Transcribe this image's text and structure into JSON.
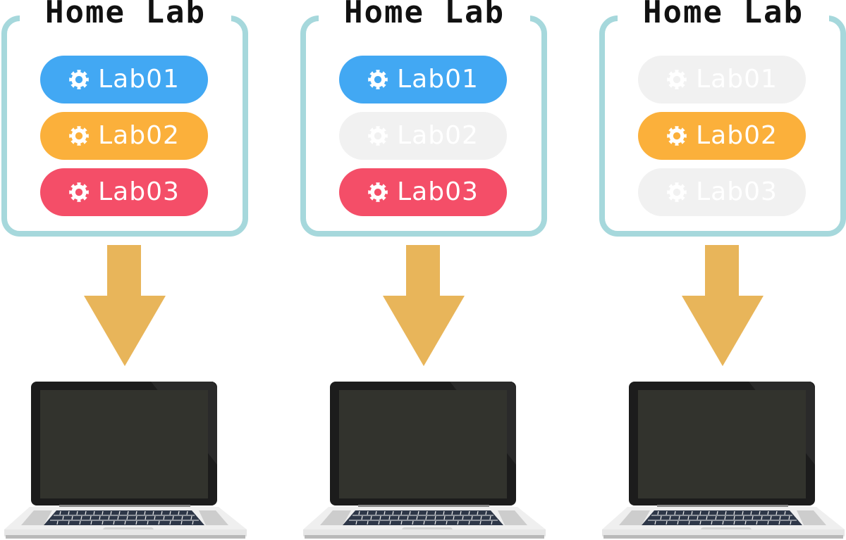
{
  "colors": {
    "box_border": "#a6d8dc",
    "lab01": "#42a8f3",
    "lab02": "#fbb03b",
    "lab03": "#f44e68",
    "inactive": "#f1f1f1",
    "arrow": "#e8b55a"
  },
  "panels": [
    {
      "title": "Home Lab",
      "labs": [
        {
          "label": "Lab01",
          "icon": "gear-icon",
          "active": true
        },
        {
          "label": "Lab02",
          "icon": "gear-icon",
          "active": true
        },
        {
          "label": "Lab03",
          "icon": "gear-icon",
          "active": true
        }
      ]
    },
    {
      "title": "Home Lab",
      "labs": [
        {
          "label": "Lab01",
          "icon": "gear-icon",
          "active": true
        },
        {
          "label": "Lab02",
          "icon": "gear-icon",
          "active": false
        },
        {
          "label": "Lab03",
          "icon": "gear-icon",
          "active": true
        }
      ]
    },
    {
      "title": "Home Lab",
      "labs": [
        {
          "label": "Lab01",
          "icon": "gear-icon",
          "active": false
        },
        {
          "label": "Lab02",
          "icon": "gear-icon",
          "active": true
        },
        {
          "label": "Lab03",
          "icon": "gear-icon",
          "active": false
        }
      ]
    }
  ]
}
